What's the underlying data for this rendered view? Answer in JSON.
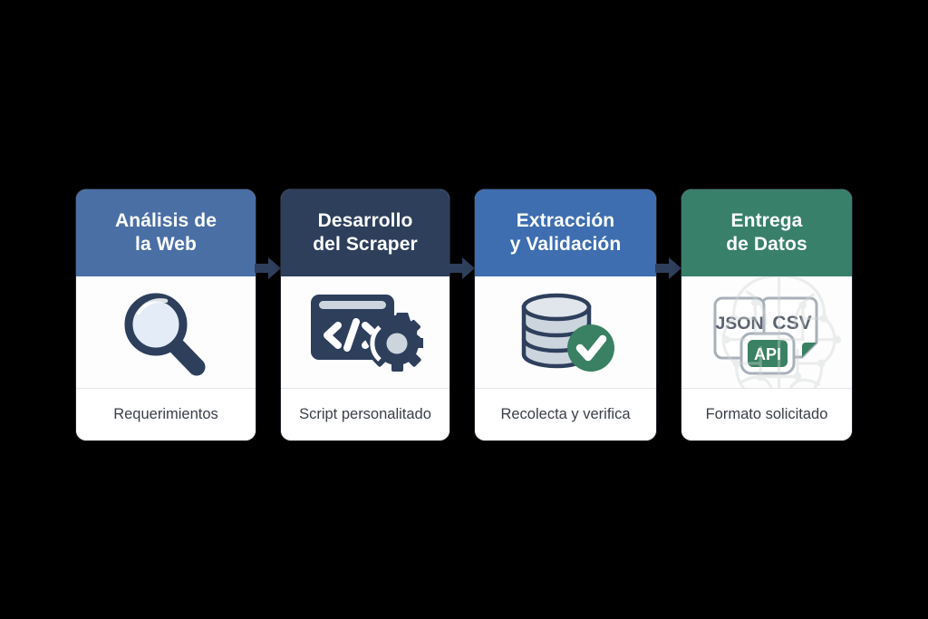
{
  "diagram": {
    "background_color": "#000000",
    "title_visible": false,
    "steps": [
      {
        "id": "analisis",
        "header_lines": [
          "Análisis de",
          "la Web"
        ],
        "header_color": "#4a6fa5",
        "icon_name": "magnifier-icon",
        "footer": "Requerimientos"
      },
      {
        "id": "desarrollo",
        "header_lines": [
          "Desarrollo",
          "del Scraper"
        ],
        "header_color": "#2e3f5c",
        "icon_name": "code-window-gear-icon",
        "footer": "Script personalitado"
      },
      {
        "id": "extraccion",
        "header_lines": [
          "Extracción",
          "y Validación"
        ],
        "header_color": "#3e6db0",
        "icon_name": "database-check-icon",
        "footer": "Recolecta y verifica"
      },
      {
        "id": "entrega",
        "header_lines": [
          "Entrega",
          "de Datos"
        ],
        "header_color": "#39806b",
        "icon_name": "data-formats-icon",
        "footer": "Formato solicitado"
      }
    ],
    "connectors": [
      {
        "id": "arrow-1",
        "icon_name": "arrow-right-icon",
        "color": "#2e3f5c"
      },
      {
        "id": "arrow-2",
        "icon_name": "arrow-right-icon",
        "color": "#2e3f5c"
      },
      {
        "id": "arrow-3",
        "icon_name": "arrow-right-icon",
        "color": "#2e3f5c"
      }
    ],
    "format_badges": [
      {
        "label": "JSON",
        "style": "outline",
        "text_color": "#5c6370"
      },
      {
        "label": "CSV",
        "style": "outline",
        "text_color": "#5c6370"
      },
      {
        "label": "API",
        "style": "filled",
        "fill_color": "#3a8063",
        "text_color": "#ffffff"
      }
    ],
    "palette": {
      "navy_ink": "#2e3f5c",
      "green_accent": "#3a8063",
      "icon_fill_light": "#ccd4de",
      "icon_fill_pale": "#e4edf7",
      "footer_text": "#3a3f48",
      "card_background": "#ffffff",
      "divider": "#e2e5ea"
    }
  }
}
